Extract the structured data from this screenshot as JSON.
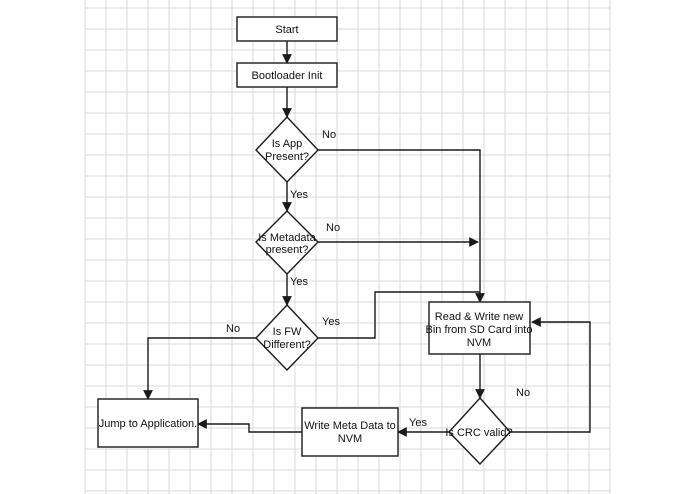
{
  "flowchart": {
    "nodes": {
      "start": "Start",
      "bootloader_init": "Bootloader Init",
      "is_app_present": [
        "Is App",
        "Present?"
      ],
      "is_metadata_present": [
        "Is Metadata",
        "present?"
      ],
      "is_fw_different": [
        "Is FW",
        "Different?"
      ],
      "read_write_bin": [
        "Read & Write new",
        "Bin from SD Card into",
        "NVM"
      ],
      "crc_valid": "Is CRC valid?",
      "write_meta_data": [
        "Write Meta Data to",
        "NVM"
      ],
      "jump_to_application": "Jump to Application."
    },
    "edge_labels": {
      "app_no": "No",
      "app_yes": "Yes",
      "metadata_no": "No",
      "metadata_yes": "Yes",
      "fw_no": "No",
      "fw_yes": "Yes",
      "crc_no": "No",
      "crc_yes": "Yes"
    }
  }
}
